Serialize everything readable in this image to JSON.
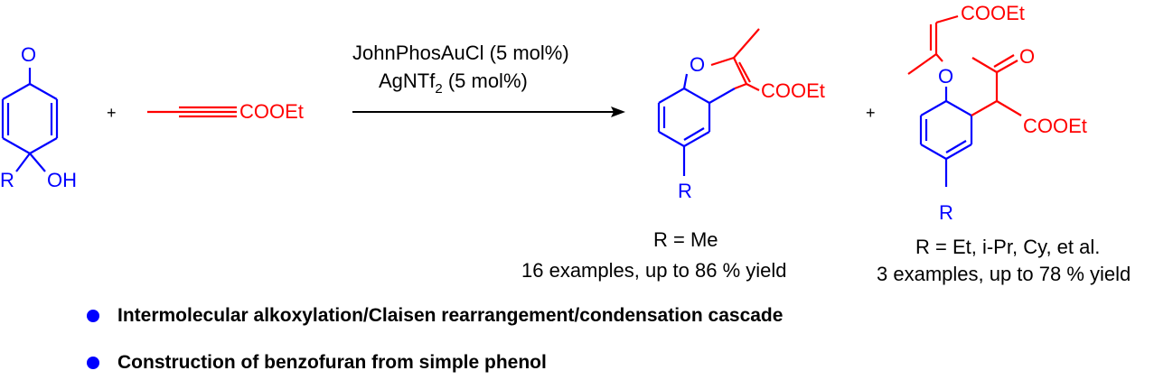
{
  "reactant1": {
    "carbonyl_O": "O",
    "R": "R",
    "OH": "OH"
  },
  "plus_signs": [
    "+",
    "+"
  ],
  "reactant2": {
    "group": "COOEt"
  },
  "conditions": {
    "line1": "JohnPhosAuCl (5 mol%)",
    "line2_prefix": "AgNTf",
    "line2_sub": "2",
    "line2_suffix": " (5 mol%)"
  },
  "product1": {
    "ring_O": "O",
    "ester": "COOEt",
    "R": "R",
    "caption_line1": "R = Me",
    "caption_line2": "16 examples, up to 86 % yield"
  },
  "product2": {
    "top_ester": "COOEt",
    "ether_O": "O",
    "ketone_O": "O",
    "ester": "COOEt",
    "R": "R",
    "caption_line1": "R = Et, i-Pr, Cy, et al.",
    "caption_line2": "3 examples, up to 78 % yield"
  },
  "bullets": [
    "Intermolecular alkoxylation/Claisen rearrangement/condensation cascade",
    "Construction of benzofuran from simple phenol"
  ],
  "colors": {
    "substrate": "#0000ff",
    "alkyne": "#ff0000",
    "text": "#000000"
  }
}
